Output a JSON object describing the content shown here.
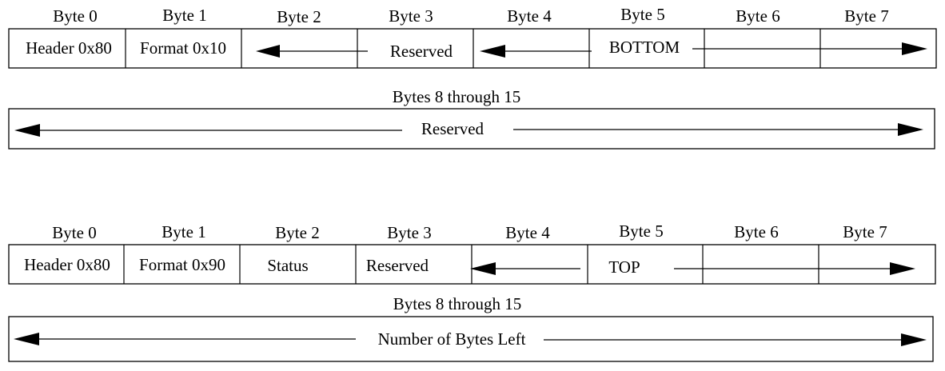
{
  "diagram_top": {
    "byte_headers": [
      "Byte 0",
      "Byte 1",
      "Byte 2",
      "Byte 3",
      "Byte 4",
      "Byte 5",
      "Byte 6",
      "Byte 7"
    ],
    "cell_header": "Header 0x80",
    "cell_format": "Format 0x10",
    "reserved_label": "Reserved",
    "bottom_label": "BOTTOM",
    "bytes_8_15_title": "Bytes 8 through 15",
    "bytes_8_15_label": "Reserved"
  },
  "diagram_bottom": {
    "byte_headers": [
      "Byte 0",
      "Byte 1",
      "Byte 2",
      "Byte 3",
      "Byte 4",
      "Byte 5",
      "Byte 6",
      "Byte 7"
    ],
    "cell_header": "Header 0x80",
    "cell_format": "Format 0x90",
    "cell_status": "Status",
    "cell_reserved": "Reserved",
    "top_label": "TOP",
    "bytes_8_15_title": "Bytes 8 through 15",
    "bytes_8_15_label": "Number of Bytes Left"
  }
}
